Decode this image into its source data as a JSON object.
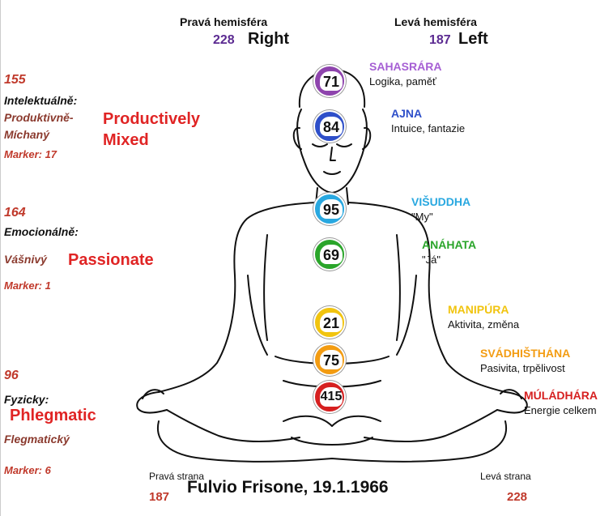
{
  "header": {
    "right_label": "Pravá hemisféra",
    "right_number": "228",
    "right_word": "Right",
    "left_label": "Levá hemisféra",
    "left_number": "187",
    "left_word": "Left"
  },
  "left_panel": {
    "intellectual": {
      "score": "155",
      "category": "Intelektuálně:",
      "word_line1": "Produktivně-",
      "word_line2": "Míchaný",
      "marker": "Marker: 17",
      "english_line1": "Productively",
      "english_line2": "Mixed"
    },
    "emotional": {
      "score": "164",
      "category": "Emocionálně:",
      "word": "Vášnivý",
      "marker": "Marker: 1",
      "english": "Passionate"
    },
    "physical": {
      "score": "96",
      "category": "Fyzicky:",
      "english": "Phlegmatic",
      "word": "Flegmatický",
      "marker": "Marker: 6"
    }
  },
  "chakras": [
    {
      "name": "SAHASRÁRA",
      "desc": "Logika, paměť",
      "value": "71",
      "color": "#8e44ad"
    },
    {
      "name": "AJNA",
      "desc": "Intuice, fantazie",
      "value": "84",
      "color": "#2e4fc9"
    },
    {
      "name": "VIŠUDDHA",
      "desc": "\"My\"",
      "value": "95",
      "color": "#29a8e0"
    },
    {
      "name": "ANÁHATA",
      "desc": "\"Já\"",
      "value": "69",
      "color": "#2aa52a"
    },
    {
      "name": "MANIPÚRA",
      "desc": "Aktivita, změna",
      "value": "21",
      "color": "#f1c40f"
    },
    {
      "name": "SVÁDHIŠTHÁNA",
      "desc": "Pasivita, trpělivost",
      "value": "75",
      "color": "#f39c12"
    },
    {
      "name": "MÚLÁDHÁRA",
      "desc": "Energie celkem",
      "value": "415",
      "color": "#d62020"
    }
  ],
  "bottom": {
    "right_side_label": "Pravá strana",
    "right_side_number": "187",
    "left_side_label": "Levá strana",
    "left_side_number": "228",
    "footer": "Fulvio Frisone, 19.1.1966"
  }
}
